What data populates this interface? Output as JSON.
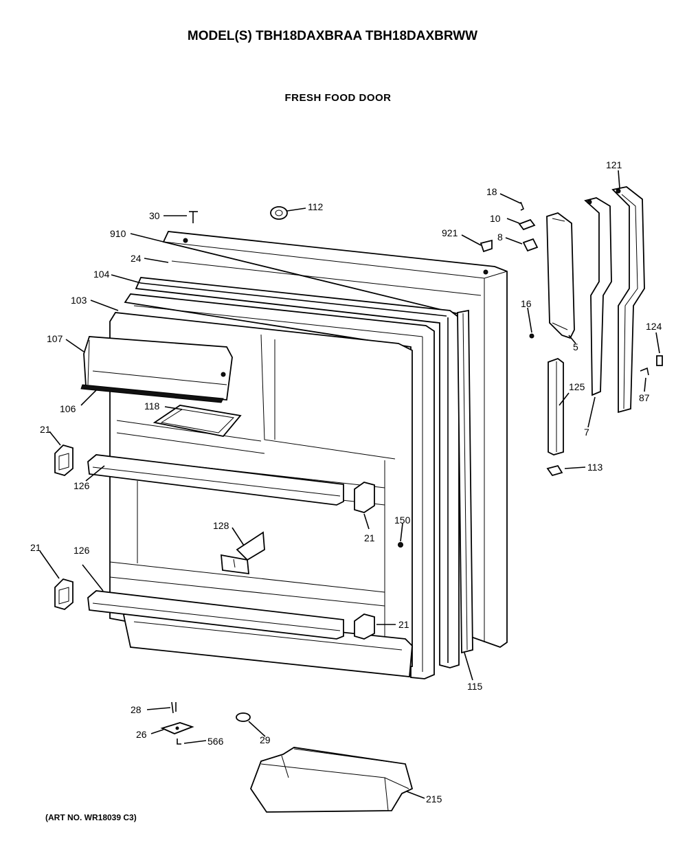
{
  "header": {
    "title": "MODEL(S) TBH18DAXBRAA  TBH18DAXBRWW",
    "subtitle": "FRESH FOOD DOOR"
  },
  "footer": {
    "art_number": "(ART NO. WR18039 C3)"
  },
  "callouts": [
    {
      "id": "c30",
      "label": "30"
    },
    {
      "id": "c112",
      "label": "112"
    },
    {
      "id": "c910",
      "label": "910"
    },
    {
      "id": "c24",
      "label": "24"
    },
    {
      "id": "c104",
      "label": "104"
    },
    {
      "id": "c103",
      "label": "103"
    },
    {
      "id": "c107",
      "label": "107"
    },
    {
      "id": "c106",
      "label": "106"
    },
    {
      "id": "c118",
      "label": "118"
    },
    {
      "id": "c21a",
      "label": "21"
    },
    {
      "id": "c126a",
      "label": "126"
    },
    {
      "id": "c21b",
      "label": "21"
    },
    {
      "id": "c128",
      "label": "128"
    },
    {
      "id": "c150",
      "label": "150"
    },
    {
      "id": "c21c",
      "label": "21"
    },
    {
      "id": "c126b",
      "label": "126"
    },
    {
      "id": "c21d",
      "label": "21"
    },
    {
      "id": "c115",
      "label": "115"
    },
    {
      "id": "c18",
      "label": "18"
    },
    {
      "id": "c10",
      "label": "10"
    },
    {
      "id": "c921",
      "label": "921"
    },
    {
      "id": "c8",
      "label": "8"
    },
    {
      "id": "c16",
      "label": "16"
    },
    {
      "id": "c5",
      "label": "5"
    },
    {
      "id": "c121",
      "label": "121"
    },
    {
      "id": "c124",
      "label": "124"
    },
    {
      "id": "c87",
      "label": "87"
    },
    {
      "id": "c125",
      "label": "125"
    },
    {
      "id": "c7",
      "label": "7"
    },
    {
      "id": "c113",
      "label": "113"
    },
    {
      "id": "c28",
      "label": "28"
    },
    {
      "id": "c26",
      "label": "26"
    },
    {
      "id": "c566",
      "label": "566"
    },
    {
      "id": "c29",
      "label": "29"
    },
    {
      "id": "c215",
      "label": "215"
    }
  ]
}
